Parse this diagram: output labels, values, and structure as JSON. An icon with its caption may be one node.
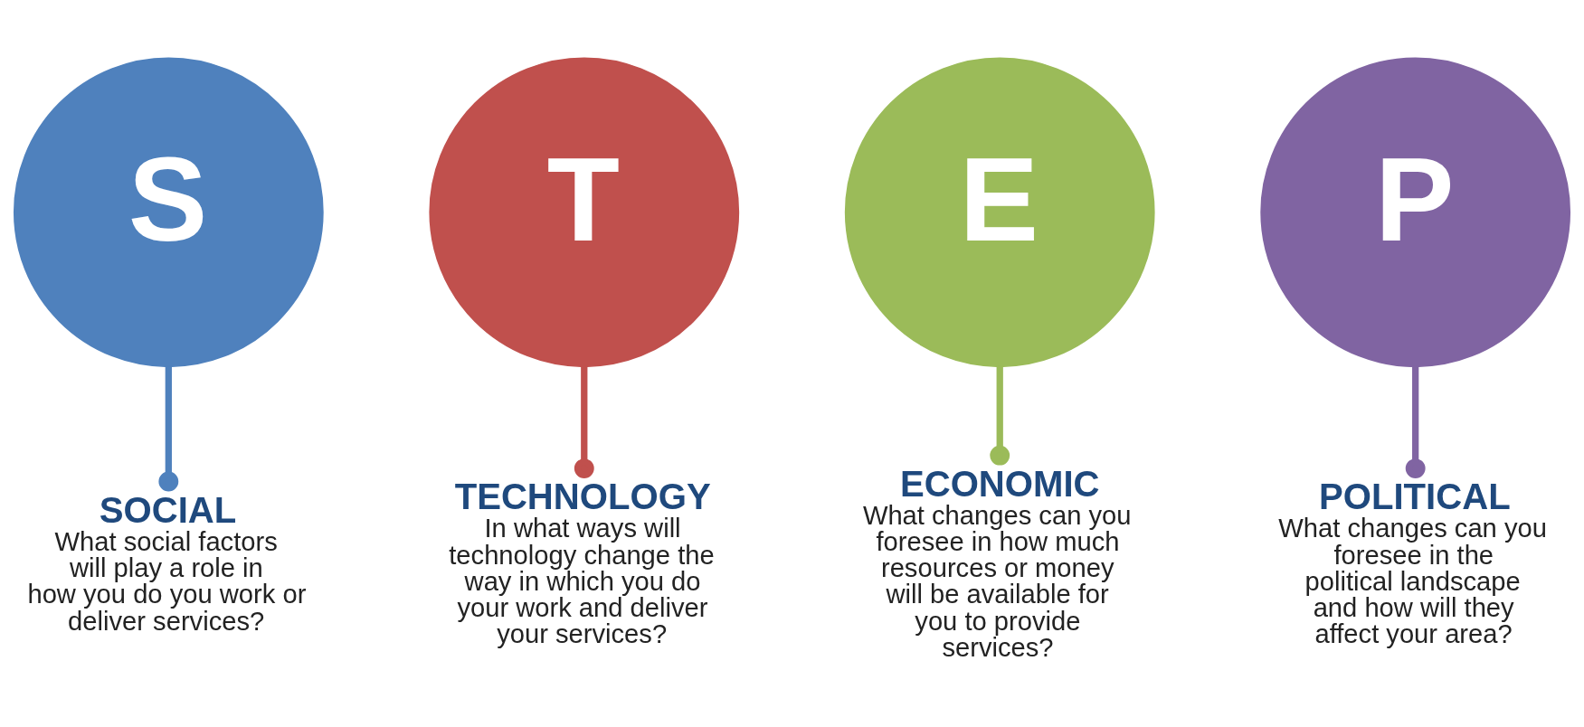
{
  "diagram": {
    "nodes": [
      {
        "text": [
          "S"
        ]
      },
      {
        "text": [
          "T"
        ]
      },
      {
        "text": [
          "E"
        ]
      },
      {
        "text": [
          "P"
        ]
      },
      {
        "text": [
          "SOCIAL",
          "What social factors will play a role in how you do you work or deliver services?"
        ]
      },
      {
        "text": [
          "TECHNOLOGY",
          "In what ways will technology change the way in which you do your work and deliver your services?"
        ]
      },
      {
        "text": [
          "ECONOMIC",
          "What changes can you foresee in how much resources or money will be available for you to provide services?"
        ]
      },
      {
        "text": [
          "POLITICAL",
          "What changes can you foresee in the political landscape and how will they affect your area?"
        ]
      }
    ],
    "edges": [
      {
        "from": 0,
        "to": 4,
        "arrow": "other",
        "color": "#4f81bd"
      },
      {
        "from": 1,
        "to": 5,
        "arrow": "other",
        "color": "#c0504d"
      },
      {
        "from": 2,
        "to": 6,
        "arrow": "other",
        "color": "#9bbb59"
      },
      {
        "from": 3,
        "to": 7,
        "arrow": "other",
        "color": "#8064a2"
      }
    ]
  }
}
